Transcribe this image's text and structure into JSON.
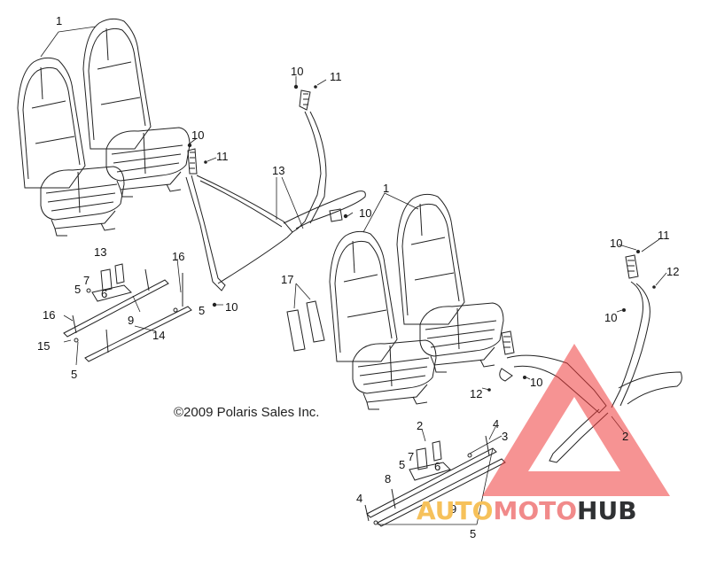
{
  "callouts": [
    {
      "id": "c1a",
      "text": "1"
    },
    {
      "id": "c10a",
      "text": "10"
    },
    {
      "id": "c11a",
      "text": "11"
    },
    {
      "id": "c10b",
      "text": "10"
    },
    {
      "id": "c11b",
      "text": "11"
    },
    {
      "id": "c13a",
      "text": "13"
    },
    {
      "id": "c10c",
      "text": "10"
    },
    {
      "id": "c10d",
      "text": "10"
    },
    {
      "id": "c1b",
      "text": "1"
    },
    {
      "id": "c10e",
      "text": "10"
    },
    {
      "id": "c11c",
      "text": "11"
    },
    {
      "id": "c12a",
      "text": "12"
    },
    {
      "id": "c10f",
      "text": "10"
    },
    {
      "id": "c13b",
      "text": "13"
    },
    {
      "id": "c16a",
      "text": "16"
    },
    {
      "id": "c7a",
      "text": "7"
    },
    {
      "id": "c5a",
      "text": "5"
    },
    {
      "id": "c6a",
      "text": "6"
    },
    {
      "id": "c17",
      "text": "17"
    },
    {
      "id": "c16b",
      "text": "16"
    },
    {
      "id": "c9a",
      "text": "9"
    },
    {
      "id": "c5b",
      "text": "5"
    },
    {
      "id": "c14",
      "text": "14"
    },
    {
      "id": "c15",
      "text": "15"
    },
    {
      "id": "c5c",
      "text": "5"
    },
    {
      "id": "c12b",
      "text": "12"
    },
    {
      "id": "c10g",
      "text": "10"
    },
    {
      "id": "c2a",
      "text": "2"
    },
    {
      "id": "c4a",
      "text": "4"
    },
    {
      "id": "c3",
      "text": "3"
    },
    {
      "id": "c2b",
      "text": "2"
    },
    {
      "id": "c7b",
      "text": "7"
    },
    {
      "id": "c5d",
      "text": "5"
    },
    {
      "id": "c6b",
      "text": "6"
    },
    {
      "id": "c8",
      "text": "8"
    },
    {
      "id": "c4b",
      "text": "4"
    },
    {
      "id": "c9b",
      "text": "9"
    },
    {
      "id": "c5e",
      "text": "5"
    }
  ],
  "copyright": "©2009 Polaris Sales Inc.",
  "watermark": {
    "part1": "AUTO",
    "part2": "MOTO",
    "part3": "HUB"
  },
  "colors": {
    "line": "#222222",
    "triangle": "#ef3b3b",
    "brand_yellow": "#f6c15a",
    "brand_red": "#f18a8a",
    "brand_dark": "#2f3133"
  }
}
